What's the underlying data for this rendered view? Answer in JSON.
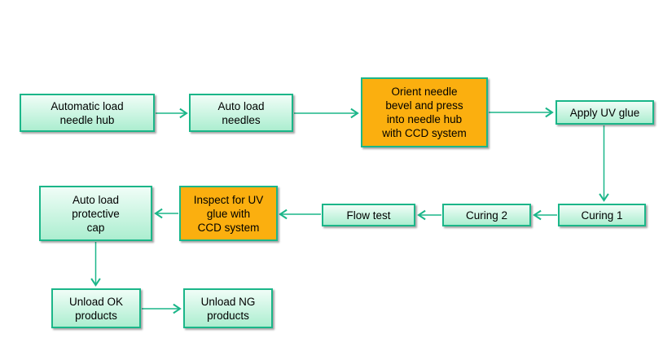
{
  "diagram": {
    "type": "flowchart",
    "colors": {
      "background": "#FFFFFF",
      "node_border": "#1BB689",
      "node_fill_top": "#F0FDF7",
      "node_fill_bottom": "#ACEED0",
      "highlight_fill": "#FBAF0F",
      "arrow": "#1BB689",
      "text": "#000000"
    },
    "nodes": [
      {
        "id": "auto-load-needle-hub",
        "label": "Automatic load\nneedle hub",
        "highlighted": false
      },
      {
        "id": "auto-load-needles",
        "label": "Auto load\nneedles",
        "highlighted": false
      },
      {
        "id": "orient-needle-bevel",
        "label": "Orient needle\nbevel and press\ninto needle hub\nwith CCD system",
        "highlighted": true
      },
      {
        "id": "apply-uv-glue",
        "label": "Apply UV glue",
        "highlighted": false
      },
      {
        "id": "curing-1",
        "label": "Curing 1",
        "highlighted": false
      },
      {
        "id": "curing-2",
        "label": "Curing 2",
        "highlighted": false
      },
      {
        "id": "flow-test",
        "label": "Flow test",
        "highlighted": false
      },
      {
        "id": "inspect-uv-glue",
        "label": "Inspect for UV\nglue with\nCCD system",
        "highlighted": true
      },
      {
        "id": "auto-load-protective-cap",
        "label": "Auto load\nprotective\ncap",
        "highlighted": false
      },
      {
        "id": "unload-ok-products",
        "label": "Unload OK\nproducts",
        "highlighted": false
      },
      {
        "id": "unload-ng-products",
        "label": "Unload NG\nproducts",
        "highlighted": false
      }
    ],
    "edges": [
      {
        "from": "auto-load-needle-hub",
        "to": "auto-load-needles"
      },
      {
        "from": "auto-load-needles",
        "to": "orient-needle-bevel"
      },
      {
        "from": "orient-needle-bevel",
        "to": "apply-uv-glue"
      },
      {
        "from": "apply-uv-glue",
        "to": "curing-1"
      },
      {
        "from": "curing-1",
        "to": "curing-2"
      },
      {
        "from": "curing-2",
        "to": "flow-test"
      },
      {
        "from": "flow-test",
        "to": "inspect-uv-glue"
      },
      {
        "from": "inspect-uv-glue",
        "to": "auto-load-protective-cap"
      },
      {
        "from": "auto-load-protective-cap",
        "to": "unload-ok-products"
      },
      {
        "from": "unload-ok-products",
        "to": "unload-ng-products"
      }
    ]
  }
}
